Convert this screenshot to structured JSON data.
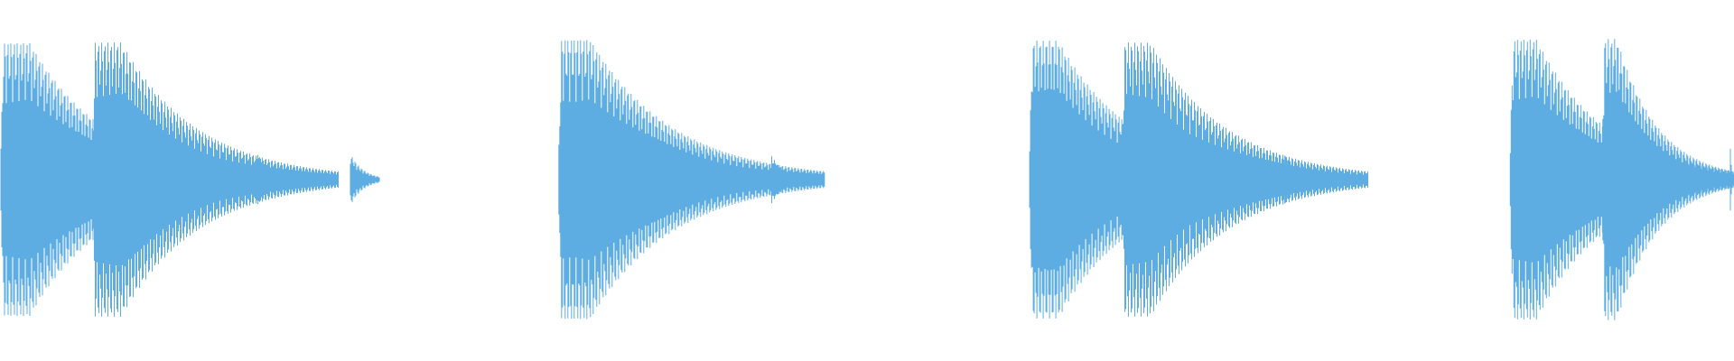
{
  "waveform": {
    "wave_color": "#5dade2",
    "background_color": "#ffffff",
    "note": "",
    "events": [
      {
        "onset_s": 0.0,
        "peak_amplitude": 0.8,
        "decay_s": 0.25
      },
      {
        "onset_s": 0.102,
        "peak_amplitude": 0.8,
        "decay_s": 0.25
      },
      {
        "onset_s": 0.287,
        "peak_amplitude": 0.15,
        "decay_s": 0.03
      },
      {
        "onset_s": 0.39,
        "peak_amplitude": 0.15,
        "decay_s": 0.03
      },
      {
        "onset_s": 0.621,
        "peak_amplitude": 0.82,
        "decay_s": 0.27
      },
      {
        "onset_s": 0.859,
        "peak_amplitude": 0.14,
        "decay_s": 0.03
      },
      {
        "onset_s": 1.145,
        "peak_amplitude": 0.81,
        "decay_s": 0.25
      },
      {
        "onset_s": 1.248,
        "peak_amplitude": 0.8,
        "decay_s": 0.25
      },
      {
        "onset_s": 1.43,
        "peak_amplitude": 0.14,
        "decay_s": 0.03
      },
      {
        "onset_s": 1.68,
        "peak_amplitude": 0.82,
        "decay_s": 0.25
      },
      {
        "onset_s": 1.782,
        "peak_amplitude": 0.82,
        "decay_s": 0.25
      },
      {
        "onset_s": 1.926,
        "peak_amplitude": 0.18,
        "decay_s": 0.03
      }
    ],
    "window_s": 1.93
  }
}
